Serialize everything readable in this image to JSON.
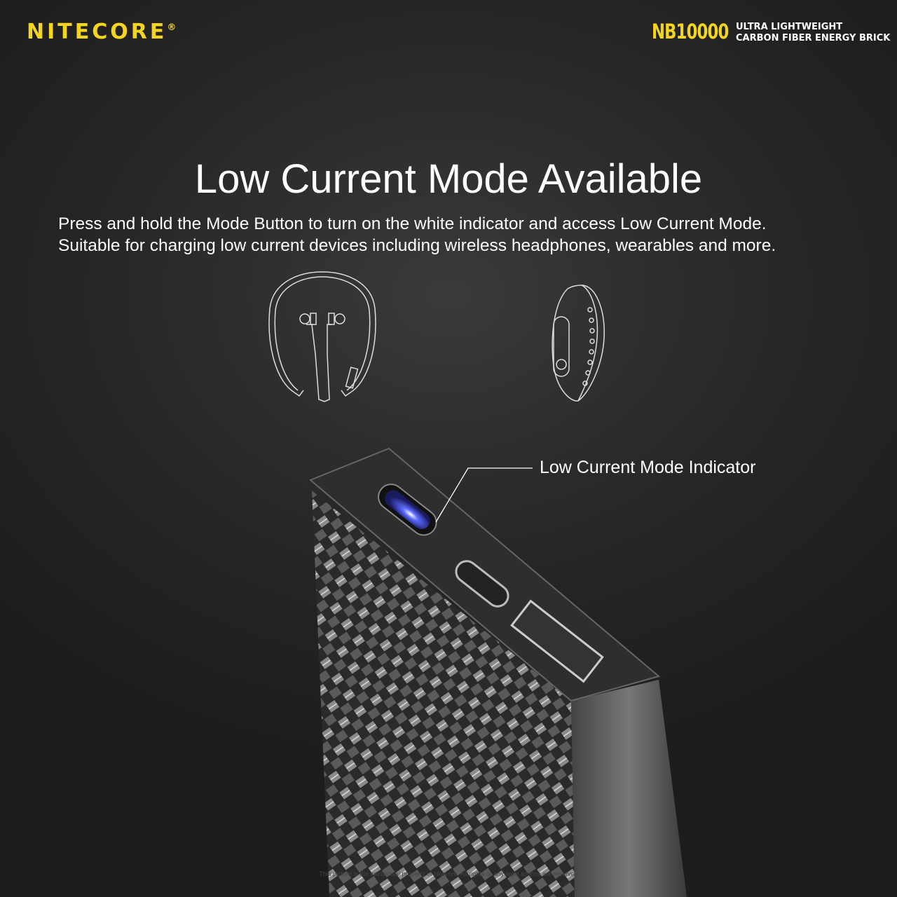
{
  "brand": {
    "logo": "NITECORE",
    "registered": "®"
  },
  "product": {
    "model": "NB10000",
    "tagline_line1": "ULTRA LIGHTWEIGHT",
    "tagline_line2": "CARBON FIBER ENERGY BRICK"
  },
  "headline": "Low Current Mode Available",
  "description": {
    "line1": "Press and hold the Mode Button to turn on the white indicator and access Low Current Mode.",
    "line2": "Suitable for charging low current devices including wireless headphones, wearables and more."
  },
  "callout": "Low Current Mode Indicator",
  "fineprint": "This picture is the intellectual property of Nitecore. All rights or any legal actions are reserved",
  "icons": [
    "neckband-headphones-icon",
    "fitness-band-icon"
  ],
  "colors": {
    "brand_yellow": "#f2d51c",
    "indicator_blue": "#4a5cff"
  }
}
